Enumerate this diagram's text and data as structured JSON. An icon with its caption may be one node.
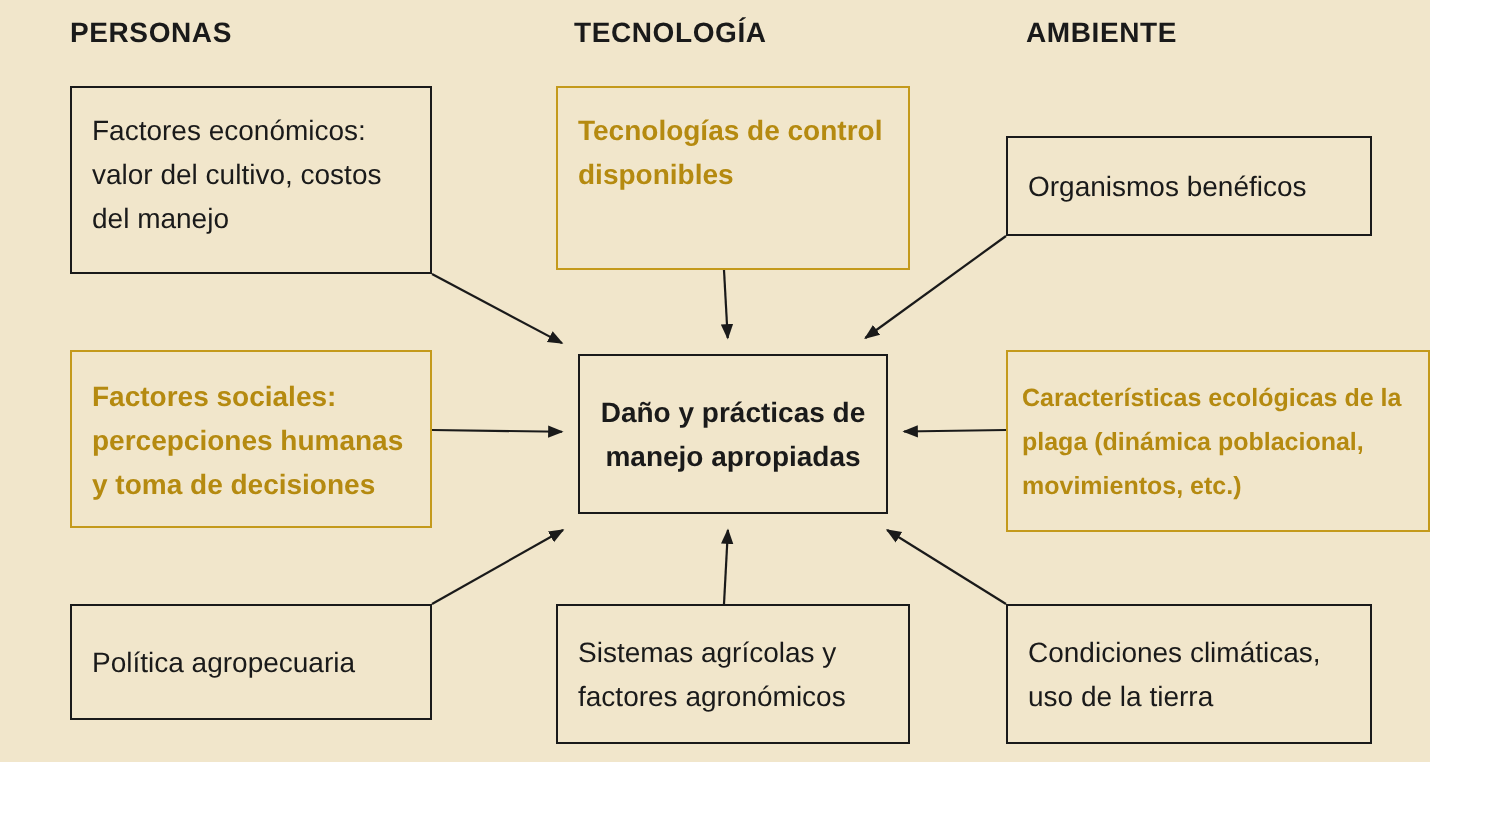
{
  "diagram": {
    "nodes": [
      {
        "text": [
          "Factores económicos: valor del cultivo, costos del manejo"
        ]
      },
      {
        "text": [
          "Tecnologías de control disponibles"
        ]
      },
      {
        "text": [
          "Organismos benéficos"
        ]
      },
      {
        "text": [
          "Factores sociales: percepciones humanas y toma de decisiones"
        ]
      },
      {
        "text": [
          "Daño y prácticas de manejo apropiadas"
        ]
      },
      {
        "text": [
          "Características ecológicas de la plaga (dinámica poblacional, movimientos, etc.)"
        ]
      },
      {
        "text": [
          "Política agropecuaria"
        ]
      },
      {
        "text": [
          "Sistemas agrícolas y factores agronómicos"
        ]
      },
      {
        "text": [
          "Condiciones climáticas, uso de la tierra"
        ]
      }
    ],
    "edges": [
      {
        "from": 0,
        "to": 4,
        "arrow": "to"
      },
      {
        "from": 1,
        "to": 4,
        "arrow": "to"
      },
      {
        "from": 2,
        "to": 4,
        "arrow": "to"
      },
      {
        "from": 3,
        "to": 4,
        "arrow": "to"
      },
      {
        "from": 5,
        "to": 4,
        "arrow": "to"
      },
      {
        "from": 6,
        "to": 4,
        "arrow": "to"
      },
      {
        "from": 7,
        "to": 4,
        "arrow": "to"
      },
      {
        "from": 8,
        "to": 4,
        "arrow": "to"
      }
    ],
    "labels": [
      "PERSONAS",
      "TECNOLOGÍA",
      "AMBIENTE"
    ]
  }
}
